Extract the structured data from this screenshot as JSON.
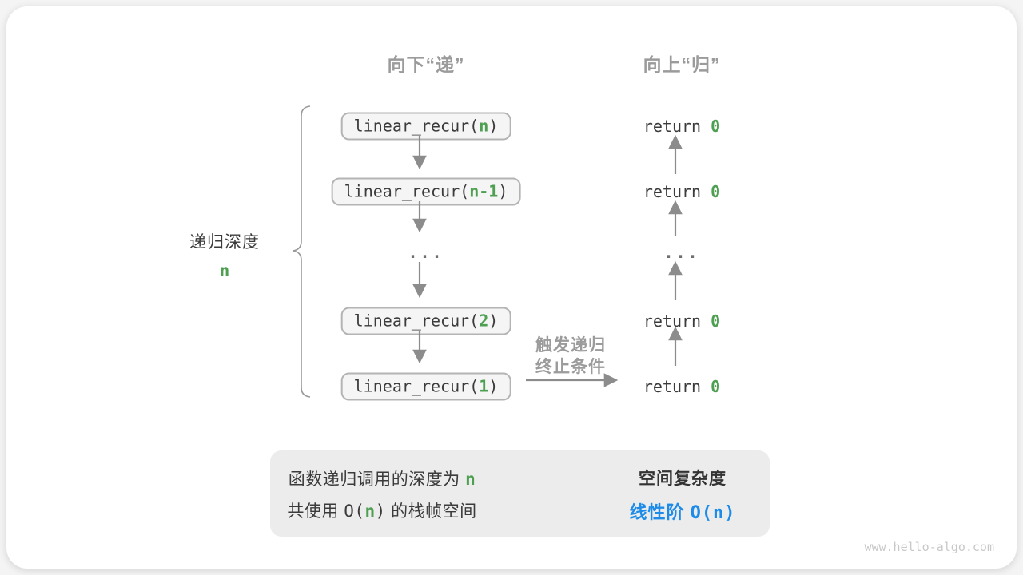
{
  "headers": {
    "down": "向下“递”",
    "up": "向上“归”"
  },
  "depth_label": {
    "text": "递归深度",
    "value": "n"
  },
  "stack": {
    "calls": [
      {
        "pre": "linear_recur(",
        "arg": "n",
        "post": ")"
      },
      {
        "pre": "linear_recur(",
        "arg": "n-1",
        "post": ")"
      },
      {
        "pre": "linear_recur(",
        "arg": "2",
        "post": ")"
      },
      {
        "pre": "linear_recur(",
        "arg": "1",
        "post": ")"
      }
    ],
    "ellipsis": "..."
  },
  "returns": {
    "rows": [
      {
        "pre": "return ",
        "val": "0"
      },
      {
        "pre": "return ",
        "val": "0"
      },
      {
        "pre": "return ",
        "val": "0"
      },
      {
        "pre": "return ",
        "val": "0"
      }
    ],
    "ellipsis": "..."
  },
  "base_case_label": {
    "line1": "触发递归",
    "line2": "终止条件"
  },
  "summary": {
    "left_line1": {
      "pre": "函数递归调用的深度为 ",
      "hl": "n"
    },
    "left_line2": {
      "pre": "共使用 ",
      "mono_pre": "O(",
      "hl": "n",
      "mono_post": ")",
      "post": " 的栈帧空间"
    },
    "right_title": "空间复杂度",
    "right_value_text": "线性阶 ",
    "right_value_code": "O(n)"
  },
  "footer": {
    "site": "www.hello-algo.com"
  },
  "colors": {
    "green": "#4e9f52",
    "blue": "#1d8ce8",
    "gray-label": "#9b9b9b",
    "arrow": "#8c8c8c",
    "text-dark": "#3b3b3b",
    "box-fill": "#f5f5f5",
    "box-border": "#b4b4b4",
    "summary-fill": "#ececec",
    "footer": "#c8c8c8"
  }
}
